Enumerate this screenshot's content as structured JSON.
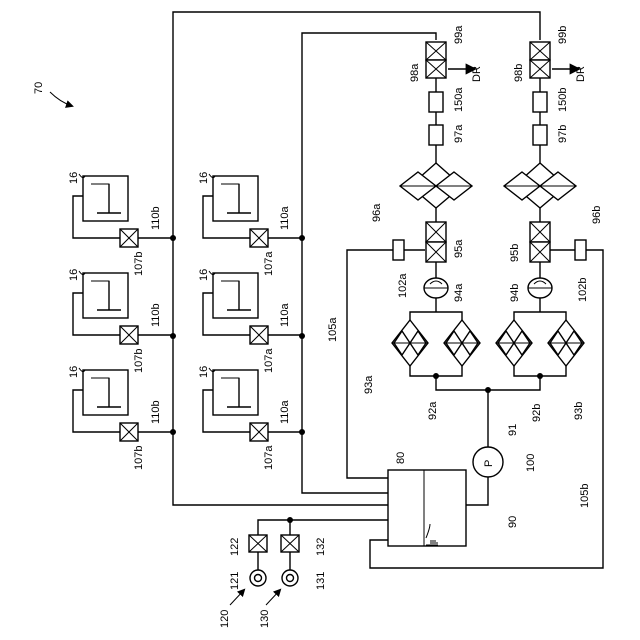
{
  "figure_label": "70",
  "labels": {
    "tank": "80",
    "pump_box": "90",
    "pump_symbol": "P",
    "pump_ref": "100",
    "line_91": "91",
    "line_92a": "92a",
    "line_92b": "92b",
    "filter_93a": "93a",
    "filter_93b": "93b",
    "meter_94a": "94a",
    "meter_94b": "94b",
    "valve_95a": "95a",
    "valve_95b": "95b",
    "filter_96a": "96a",
    "filter_96b": "96b",
    "part_97a": "97a",
    "part_97b": "97b",
    "valve_98a": "98a",
    "valve_98b": "98b",
    "valve_99a": "99a",
    "valve_99b": "99b",
    "drain_a": "DR",
    "drain_b": "DR",
    "part_102a": "102a",
    "part_102b": "102b",
    "return_105a": "105a",
    "return_105b": "105b",
    "part_150a": "150a",
    "part_150b": "150b",
    "supply_120": "120",
    "supply_121": "121",
    "valve_122": "122",
    "supply_130": "130",
    "supply_131": "131",
    "valve_132": "132",
    "unit": "16",
    "branch_107a": "107a",
    "branch_107b": "107b",
    "branch_110a": "110a",
    "branch_110b": "110b"
  }
}
